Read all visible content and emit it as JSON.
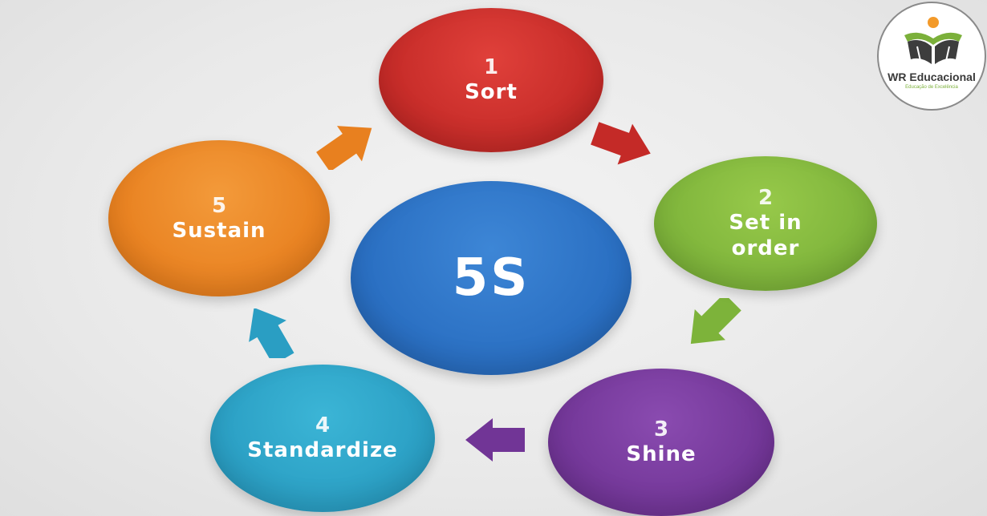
{
  "diagram": {
    "center": {
      "label": "5S",
      "color": "#2a6fc2"
    },
    "steps": [
      {
        "number": "1",
        "label": "Sort",
        "color": "#c42a27"
      },
      {
        "number": "2",
        "label_lines": [
          "Set in",
          "order"
        ],
        "color": "#7db33a"
      },
      {
        "number": "3",
        "label": "Shine",
        "color": "#713596"
      },
      {
        "number": "4",
        "label": "Standardize",
        "color": "#2a9ec3"
      },
      {
        "number": "5",
        "label": "Sustain",
        "color": "#e8801f"
      }
    ],
    "arrow_colors": {
      "sort_to_set": "#c42a27",
      "set_to_shine": "#7db33a",
      "shine_to_standardize": "#713596",
      "standardize_to_sustain": "#2a9ec3",
      "sustain_to_sort": "#e8801f"
    }
  },
  "logo": {
    "brand": "WR Educacional",
    "tagline": "Educação de Excelência",
    "icon": "open-book-person-icon",
    "colors": {
      "book": "#3d3d3d",
      "leaf": "#7bb03a",
      "head": "#f39a2a"
    }
  }
}
